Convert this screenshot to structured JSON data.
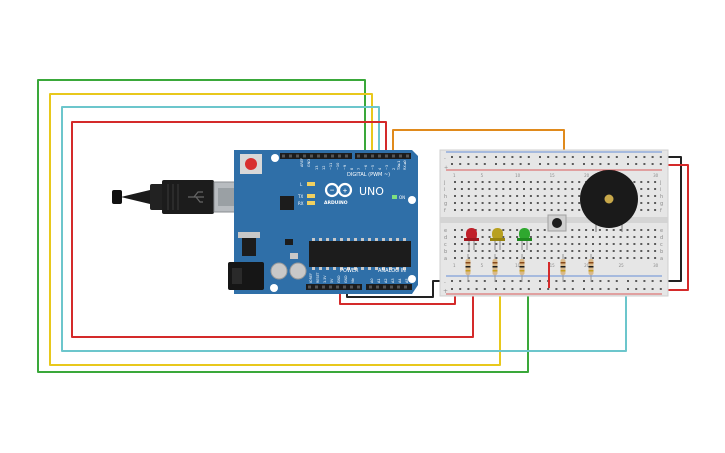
{
  "board": {
    "brand": "UNO",
    "logo_text": "ARDUINO",
    "digital_label": "DIGITAL (PWM ~)",
    "power_label": "POWER",
    "analog_label": "ANALOG IN",
    "on_label": "ON",
    "led_l": "L",
    "led_tx": "TX",
    "led_rx": "RX",
    "aref": "AREF",
    "gnd": "GND",
    "tx_pin": "TX►1",
    "rx_pin": "RX◄0",
    "digital_pins": [
      "13",
      "12",
      "~11",
      "~10",
      "~9",
      "8",
      "7",
      "~6",
      "~5",
      "4",
      "~3",
      "2"
    ],
    "power_pins": [
      "IOREF",
      "RESET",
      "3.3V",
      "5V",
      "GND",
      "GND",
      "Vin"
    ],
    "analog_pins": [
      "A0",
      "A1",
      "A2",
      "A3",
      "A4",
      "A5"
    ]
  },
  "breadboard": {
    "plus": "+",
    "minus": "-",
    "rows_top": [
      "j",
      "i",
      "h",
      "g",
      "f"
    ],
    "rows_bottom": [
      "e",
      "d",
      "c",
      "b",
      "a"
    ],
    "col_numbers": [
      "1",
      "5",
      "10",
      "15",
      "20",
      "25",
      "30"
    ]
  },
  "colors": {
    "board": "#2f6fa8",
    "wire_red": "#d42a2a",
    "wire_green": "#3aa83a",
    "wire_yellow": "#e8c81c",
    "wire_cyan": "#6cc6cc",
    "wire_orange": "#e08a1c",
    "wire_black": "#222222",
    "led_red": "#c0202a",
    "led_yellow": "#b8a020",
    "led_green": "#2fa82f"
  }
}
